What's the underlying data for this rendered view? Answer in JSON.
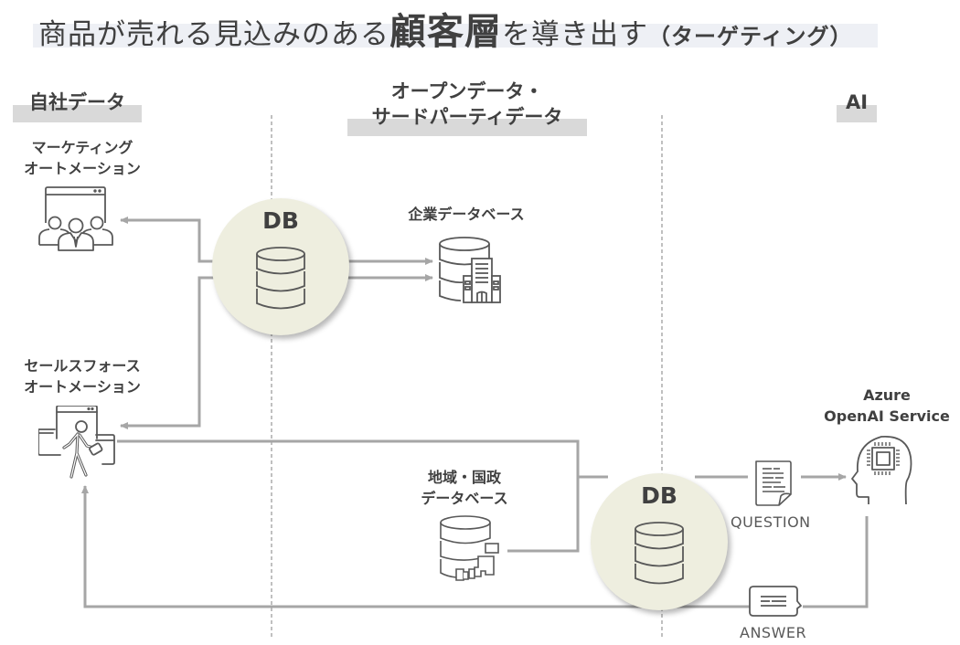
{
  "title": {
    "part1": "商品が売れる見込みのある",
    "emphasis": "顧客層",
    "part2": "を導き出す",
    "suffix": "（ターゲティング）"
  },
  "sections": [
    {
      "label": "自社データ"
    },
    {
      "label_line1": "オープンデータ・",
      "label_line2": "サードパーティデータ"
    },
    {
      "label": "AI"
    }
  ],
  "nodes": {
    "marketing_automation": {
      "line1": "マーケティング",
      "line2": "オートメーション",
      "icon": "team-window-icon"
    },
    "salesforce_automation": {
      "line1": "セールスフォース",
      "line2": "オートメーション",
      "icon": "salesperson-window-icon"
    },
    "db_top": {
      "label": "DB",
      "icon": "database-icon"
    },
    "db_bottom": {
      "label": "DB",
      "icon": "database-icon"
    },
    "company_database": {
      "label": "企業データベース",
      "icon": "database-building-icon"
    },
    "regional_database": {
      "line1": "地域・国政",
      "line2": "データベース",
      "icon": "database-map-icon"
    },
    "azure_openai": {
      "line1": "Azure",
      "line2": "OpenAI Service",
      "icon": "ai-head-chip-icon"
    },
    "question": {
      "label": "QUESTION",
      "icon": "document-icon"
    },
    "answer": {
      "label": "ANSWER",
      "icon": "chat-bubble-icon"
    }
  },
  "colors": {
    "connector": "#a6a6a6",
    "icon_stroke": "#595959",
    "db_circle_fill": "#eeeedf",
    "section_band": "#d9d9d9",
    "title_band": "#eef0f5",
    "text": "#404040"
  }
}
